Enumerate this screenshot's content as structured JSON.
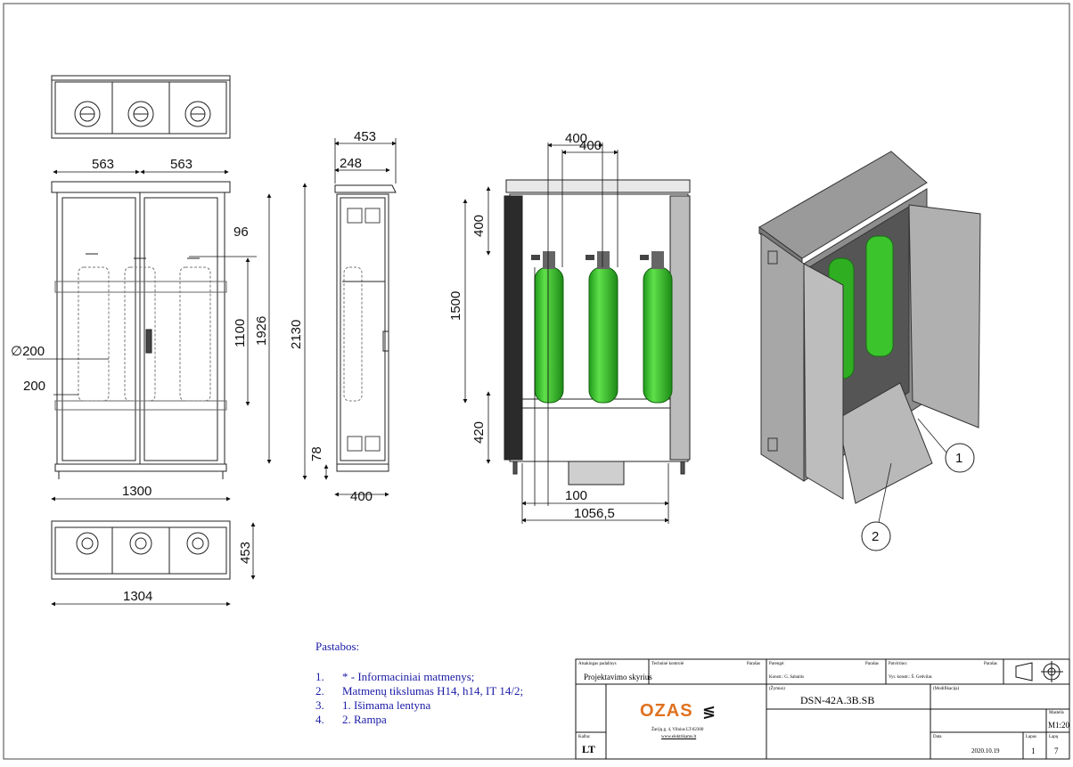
{
  "dimensions": {
    "top_view": [],
    "front": [
      "563",
      "563",
      "96",
      "1100",
      "1926",
      "∅200",
      "200",
      "1300"
    ],
    "side": [
      "453",
      "248",
      "2130",
      "78",
      "400"
    ],
    "inner": [
      "400",
      "400",
      "400",
      "1500",
      "420",
      "100",
      "1056,5"
    ],
    "bottom_view": [
      "453",
      "1304"
    ]
  },
  "callouts": [
    "1",
    "2"
  ],
  "notes": {
    "title": "Pastabos:",
    "items": [
      {
        "num": "1.",
        "text": "* - Informaciniai matmenys;"
      },
      {
        "num": "2.",
        "text": "Matmenų tikslumas H14, h14, IT 14/2;"
      },
      {
        "num": "3.",
        "text": "1. Išimama lentyna"
      },
      {
        "num": "4.",
        "text": "2. Rampa"
      }
    ]
  },
  "title_block": {
    "atsakinga_label": "Atsakingas padalinys",
    "atsakinga_value": "Projektavimo skyrius",
    "tech_label": "Techninė kontrolė",
    "parasas1": "Parašas",
    "parenge_label": "Parengė:",
    "parasas2": "Parašas",
    "parenge_value": "Konstr.: G. Sabaitis",
    "patvirtino_label": "Patvirtino:",
    "parasas3": "Parašas",
    "patvirtino_value": "Vyr. konstr.: Š. Gedvilas",
    "zymuo_label": "(Žymuo)",
    "zymuo_value": "DSN-42A.3B.SB",
    "modifikacija_label": "(Modifikacija)",
    "company": "OZAS",
    "address": "Žarijų g. 4, Vilnius LT-02300",
    "website": "www.elektrikams.lt",
    "kalba_label": "Kalba:",
    "kalba_value": "LT",
    "data_label": "Data",
    "data_value": "2020.10.19",
    "lapas_label": "Lapas",
    "lapas_value": "1",
    "lapu_label": "Lapų",
    "lapu_value": "7",
    "mastelis_label": "Mastelis",
    "mastelis_value": "M1:20"
  },
  "colors": {
    "cylinder": "#3fcf2f",
    "cylinder_dark": "#1e8f18",
    "line": "#222222",
    "notes": "#1a1aa6",
    "logo": "#e0711f"
  }
}
